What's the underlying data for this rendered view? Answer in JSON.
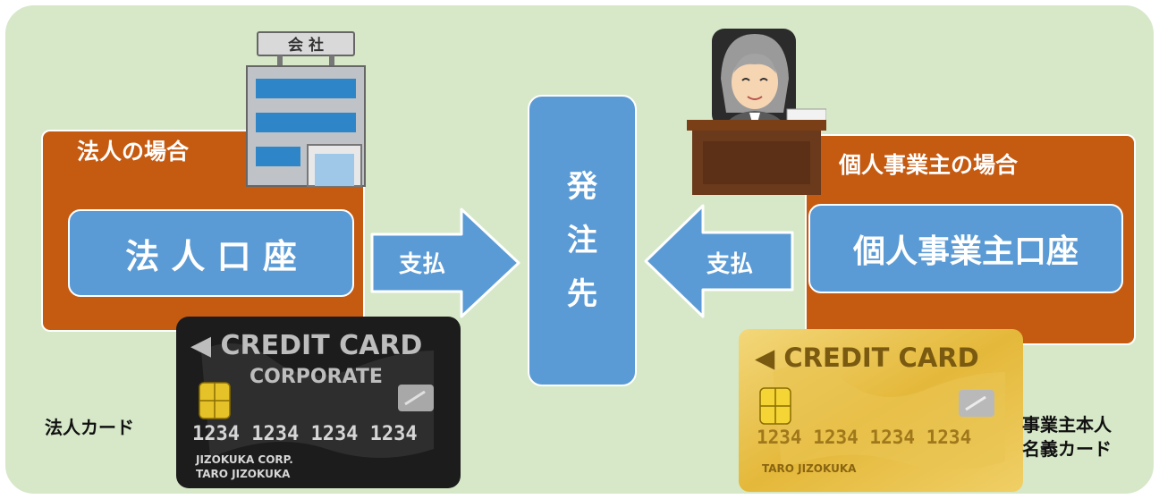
{
  "left": {
    "case_label": "法人の場合",
    "account_label": "法 人 口 座",
    "card_caption": "法人カード",
    "building_sign": "会 社"
  },
  "center": {
    "chars": [
      "発",
      "注",
      "先"
    ]
  },
  "right": {
    "case_label": "個人事業主の場合",
    "account_label": "個人事業主口座",
    "card_caption_line1": "事業主本人",
    "card_caption_line2": "名義カード"
  },
  "arrows": {
    "left_label": "支払",
    "right_label": "支払"
  },
  "cards": {
    "corporate": {
      "title": "◀ CREDIT CARD",
      "subtitle": "CORPORATE",
      "number": "1234 1234 1234 1234",
      "holder_line1": "JIZOKUKA CORP.",
      "holder_line2": "TARO JIZOKUKA"
    },
    "personal": {
      "title": "◀ CREDIT CARD",
      "number": "1234 1234 1234 1234",
      "holder": "TARO JIZOKUKA"
    }
  },
  "colors": {
    "background": "#d6e8c8",
    "orange": "#c55a11",
    "blue": "#5b9bd5",
    "card_black": "#1c1c1c",
    "card_gold": "#e8c24a"
  }
}
